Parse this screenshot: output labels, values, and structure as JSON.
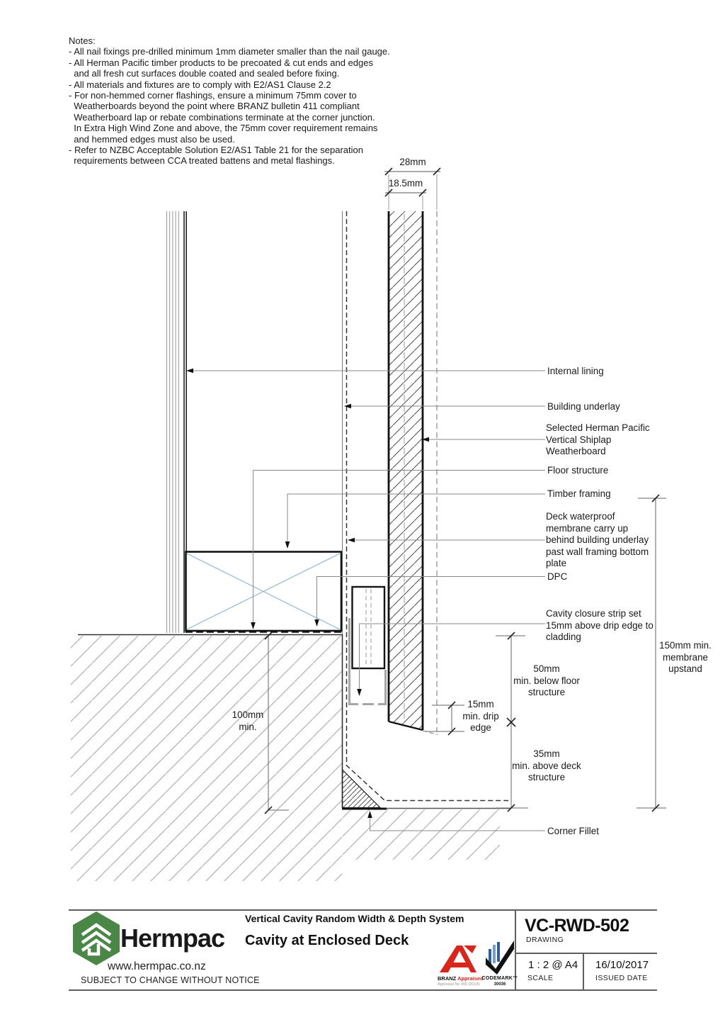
{
  "notes": {
    "text": "Notes:\n- All nail fixings pre-drilled minimum 1mm diameter smaller than the nail gauge.\n- All Herman Pacific timber products to be precoated & cut ends and edges\n  and all fresh cut surfaces double coated and sealed before fixing.\n- All materials and fixtures are to comply with E2/AS1 Clause 2.2\n- For non-hemmed corner flashings, ensure a minimum 75mm cover to\n  Weatherboards beyond the point where BRANZ bulletin 411 compliant\n  Weatherboard lap or rebate combinations terminate at the corner junction.\n  In Extra High Wind Zone and above, the 75mm cover requirement remains\n  and hemmed edges must also be used.\n- Refer to NZBC Acceptable Solution E2/AS1 Table 21 for the separation\n  requirements between CCA treated battens and metal flashings."
  },
  "callouts": {
    "internal_lining": "Internal lining",
    "building_underlay": "Building underlay",
    "weatherboard": "Selected Herman Pacific\nVertical Shiplap\nWeatherboard",
    "floor_structure": "Floor structure",
    "timber_framing": "Timber framing",
    "deck_membrane": "Deck waterproof\nmembrane carry up\nbehind building underlay\npast wall framing bottom\nplate",
    "dpc": "DPC",
    "cavity_closure": "Cavity closure strip set\n15mm above drip edge to\ncladding",
    "corner_fillet": "Corner Fillet"
  },
  "dimensions": {
    "cavity_total": "28mm",
    "board_thickness": "18.5mm",
    "floor_depth": "100mm\nmin.",
    "below_floor": "50mm\nmin. below floor\nstructure",
    "above_deck": "35mm\nmin. above deck\nstructure",
    "drip_edge": "15mm\nmin. drip\nedge",
    "membrane_upstand": "150mm min.\nmembrane\nupstand"
  },
  "titleblock": {
    "brand": "Hermpac",
    "website": "www.hermpac.co.nz",
    "notice": "SUBJECT TO CHANGE WITHOUT NOTICE",
    "system": "Vertical Cavity Random Width & Depth System",
    "title": "Cavity at Enclosed Deck",
    "drawing_number": "VC-RWD-502",
    "drawing_label": "DRAWING",
    "scale_value": "1 : 2 @ A4",
    "scale_label": "SCALE",
    "date_value": "16/10/2017",
    "date_label": "ISSUED DATE",
    "branz": {
      "name": "BRANZ",
      "appraised": "Appraised",
      "appraisal_no": "Appraisal No 450 [2014]"
    },
    "codemark": {
      "name": "CODEMARK™",
      "number": "30036"
    }
  },
  "colors": {
    "logo_green": "#4a8747",
    "branz_red": "#d9261c",
    "codemark_blue": "#2b5f9e",
    "cross_blue": "#8fb3cf"
  }
}
